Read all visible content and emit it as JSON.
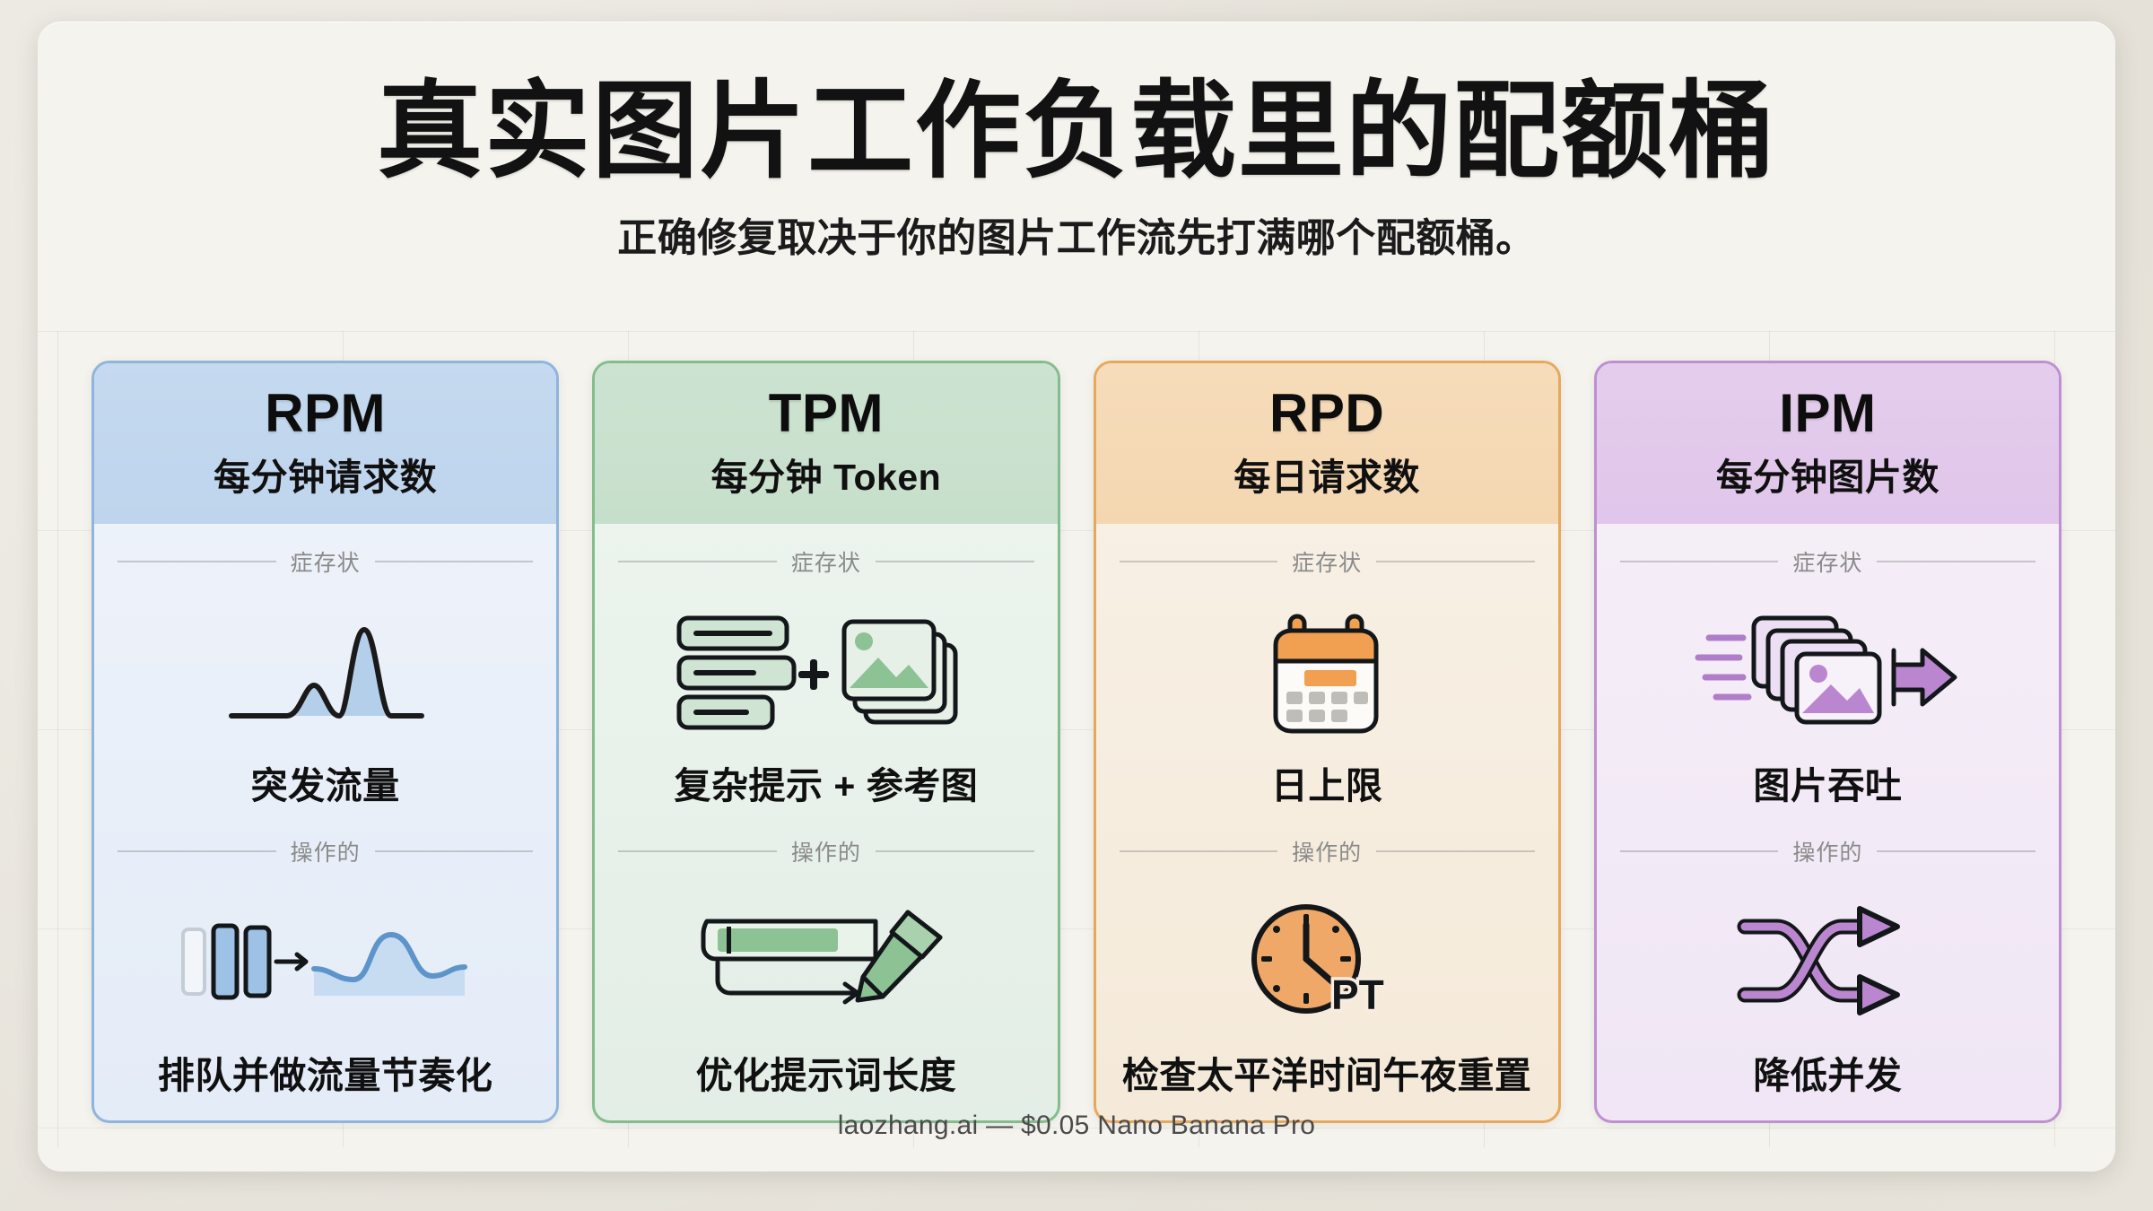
{
  "header": {
    "title": "真实图片工作负载里的配额桶",
    "subtitle": "正确修复取决于你的图片工作流先打满哪个配额桶。"
  },
  "labels": {
    "symptom": "症存状",
    "action": "操作的"
  },
  "cards": [
    {
      "code": "RPM",
      "name": "每分钟请求数",
      "accent": "#8fb4dd",
      "symptom_icon": "traffic-spike-icon",
      "symptom_caption": "突发流量",
      "action_icon": "queue-smoothing-icon",
      "action_caption": "排队并做流量节奏化"
    },
    {
      "code": "TPM",
      "name": "每分钟 Token",
      "accent": "#84bd8d",
      "symptom_icon": "prompt-plus-images-icon",
      "symptom_caption": "复杂提示 + 参考图",
      "action_icon": "prompt-edit-pencil-icon",
      "action_caption": "优化提示词长度"
    },
    {
      "code": "RPD",
      "name": "每日请求数",
      "accent": "#e8a85c",
      "symptom_icon": "calendar-icon",
      "symptom_caption": "日上限",
      "action_icon": "clock-pt-icon",
      "action_caption": "检查太平洋时间午夜重置"
    },
    {
      "code": "IPM",
      "name": "每分钟图片数",
      "accent": "#c08fd2",
      "symptom_icon": "image-throughput-icon",
      "symptom_caption": "图片吞吐",
      "action_icon": "shuffle-reduce-concurrency-icon",
      "action_caption": "降低并发"
    }
  ],
  "footer": {
    "text": "laozhang.ai — $0.05 Nano Banana Pro"
  }
}
